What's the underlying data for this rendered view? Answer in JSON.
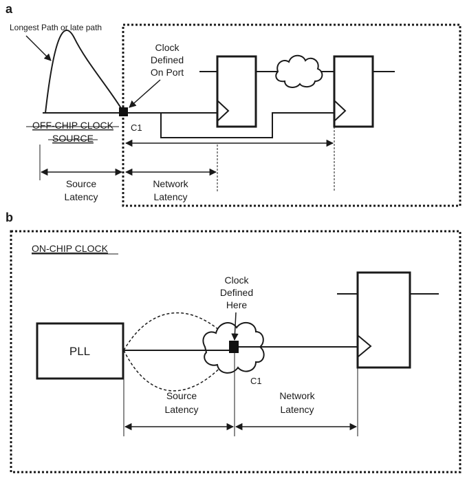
{
  "panel_a": {
    "letter": "a",
    "curve_label": "Longest Path or late path",
    "clock_note": [
      "Clock",
      "Defined",
      "On Port"
    ],
    "source_title": [
      "OFF-CHIP CLOCK",
      "SOURCE"
    ],
    "port": "C1",
    "source_latency": [
      "Source",
      "Latency"
    ],
    "network_latency": [
      "Network",
      "Latency"
    ]
  },
  "panel_b": {
    "letter": "b",
    "title": "ON-CHIP CLOCK",
    "pll": "PLL",
    "clock_note": [
      "Clock",
      "Defined",
      "Here"
    ],
    "port": "C1",
    "source_latency": [
      "Source",
      "Latency"
    ],
    "network_latency": [
      "Network",
      "Latency"
    ]
  }
}
